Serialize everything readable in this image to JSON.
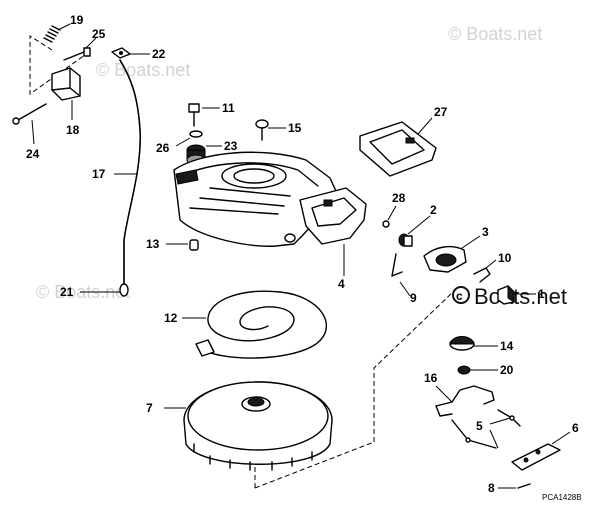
{
  "diagram": {
    "drawing_code": "PCA1428B",
    "watermark": "© Boats.net",
    "watermark_center": "Boats.net",
    "callouts": [
      {
        "id": "c19",
        "label": "19"
      },
      {
        "id": "c25",
        "label": "25"
      },
      {
        "id": "c22",
        "label": "22"
      },
      {
        "id": "c18",
        "label": "18"
      },
      {
        "id": "c24",
        "label": "24"
      },
      {
        "id": "c11",
        "label": "11"
      },
      {
        "id": "c26",
        "label": "26"
      },
      {
        "id": "c23",
        "label": "23"
      },
      {
        "id": "c15",
        "label": "15"
      },
      {
        "id": "c27",
        "label": "27"
      },
      {
        "id": "c17",
        "label": "17"
      },
      {
        "id": "c28",
        "label": "28"
      },
      {
        "id": "c2",
        "label": "2"
      },
      {
        "id": "c3",
        "label": "3"
      },
      {
        "id": "c13",
        "label": "13"
      },
      {
        "id": "c4",
        "label": "4"
      },
      {
        "id": "c10",
        "label": "10"
      },
      {
        "id": "c9",
        "label": "9"
      },
      {
        "id": "c1",
        "label": "1"
      },
      {
        "id": "c21",
        "label": "21"
      },
      {
        "id": "c12",
        "label": "12"
      },
      {
        "id": "c14",
        "label": "14"
      },
      {
        "id": "c20",
        "label": "20"
      },
      {
        "id": "c16",
        "label": "16"
      },
      {
        "id": "c7",
        "label": "7"
      },
      {
        "id": "c5",
        "label": "5"
      },
      {
        "id": "c6",
        "label": "6"
      },
      {
        "id": "c8",
        "label": "8"
      }
    ]
  }
}
